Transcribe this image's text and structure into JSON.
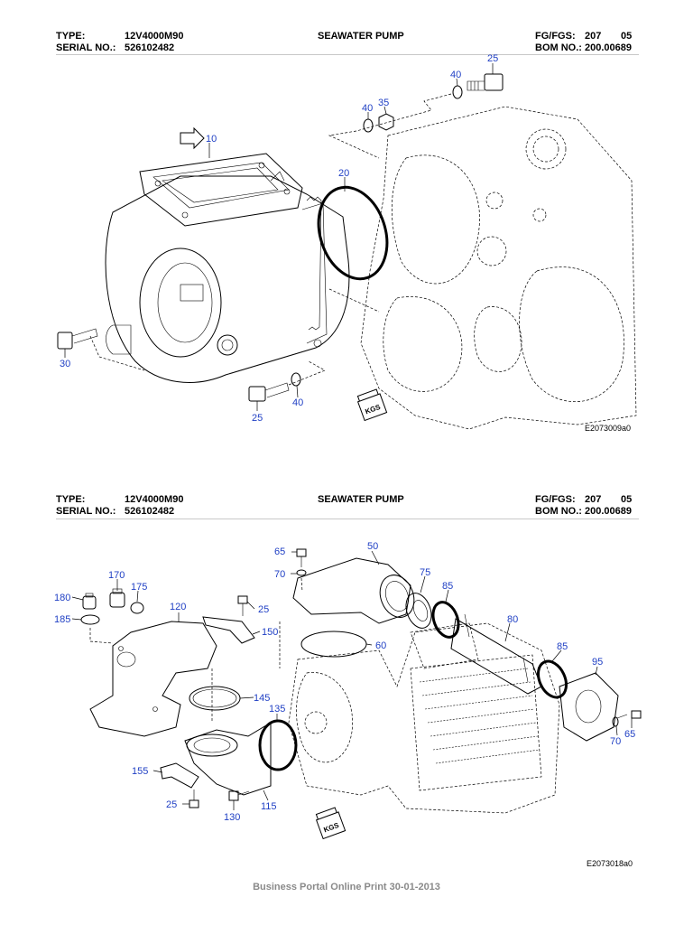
{
  "pages": [
    {
      "header": {
        "type_label": "TYPE:",
        "type_value": "12V4000M90",
        "serial_label": "SERIAL NO.:",
        "serial_value": "526102482",
        "title": "SEAWATER PUMP",
        "fg_label": "FG/FGS:",
        "fg_value": "207",
        "fg_sub": "05",
        "bom_label": "BOM NO.:",
        "bom_value": "200.00689"
      },
      "callouts": [
        "40",
        "25",
        "40",
        "35",
        "10",
        "20",
        "30",
        "25",
        "40"
      ],
      "stamp": "KGS",
      "drawing_ref": "E2073009a0"
    },
    {
      "header": {
        "type_label": "TYPE:",
        "type_value": "12V4000M90",
        "serial_label": "SERIAL NO.:",
        "serial_value": "526102482",
        "title": "SEAWATER PUMP",
        "fg_label": "FG/FGS:",
        "fg_value": "207",
        "fg_sub": "05",
        "bom_label": "BOM NO.:",
        "bom_value": "200.00689"
      },
      "callouts": [
        "65",
        "50",
        "70",
        "170",
        "75",
        "85",
        "180",
        "175",
        "120",
        "25",
        "80",
        "185",
        "150",
        "60",
        "85",
        "95",
        "145",
        "135",
        "65",
        "70",
        "155",
        "115",
        "25",
        "130"
      ],
      "stamp": "KGS",
      "drawing_ref": "E2073018a0"
    }
  ],
  "footer": "Business Portal Online Print 30-01-2013"
}
